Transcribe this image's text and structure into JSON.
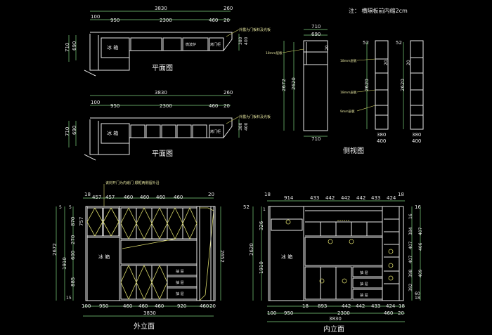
{
  "note": "注： 横隔板前内缩2cm",
  "views": {
    "plan1_title": "平面图",
    "plan2_title": "平面图",
    "side_title": "侧视图",
    "front_title": "外立面",
    "inner_title": "内立面"
  },
  "plan": {
    "overall": "3830",
    "right_gap": "260",
    "seg_100": "100",
    "seg_950": "950",
    "seg_2300": "2300",
    "seg_460": "460",
    "seg_20": "20",
    "depth_710": "710",
    "depth_690": "690",
    "r_380": "380",
    "r_400": "400",
    "fridge": "冰 箱",
    "microwave": "微波炉",
    "oven": "烤门柜",
    "callout": "外露为门板料及光板"
  },
  "side": {
    "w710": "710",
    "w690": "690",
    "h2672": "2672",
    "h2620": "2620",
    "h20": "20",
    "b710": "710",
    "w52a": "52",
    "w52b": "52",
    "h2620b": "2620",
    "h2620c": "2620",
    "b380a": "380",
    "b400a": "400",
    "b380b": "380",
    "b400b": "400",
    "lbl1": "18mm层板",
    "lbl2": "18mm层板",
    "lbl3": "18mm层板",
    "lbl4": "9mm层板"
  },
  "front": {
    "top_18": "18",
    "top_457a": "457",
    "top_457b": "457",
    "top_460a": "460",
    "top_460b": "460",
    "top_460c": "460",
    "top_460d": "460",
    "top_20": "20",
    "bottom_100": "100",
    "bottom_950": "950",
    "bottom_460a": "460",
    "bottom_460b": "460",
    "bottom_460c": "460",
    "bottom_920": "920",
    "bottom_460d": "460",
    "bottom_20": "20",
    "overall": "3830",
    "left_5a": "5",
    "left_5b": "5",
    "left_2672": "2672",
    "left_1910": "1910",
    "left_870": "870",
    "left_270": "270",
    "left_600": "600",
    "left_885": "885",
    "left_757": "757",
    "left_15": "15",
    "right_2652": "2652",
    "fridge": "冰 箱",
    "drawer": "抽 屉",
    "callout": "该封开门为内嵌门 顺框两侧留外沿"
  },
  "inner": {
    "top_18": "18",
    "top_914": "914",
    "top_433": "433",
    "top_442a": "442",
    "top_442b": "442",
    "top_442c": "442",
    "top_433b": "433",
    "top_424": "424",
    "top_18b": "18",
    "top_16": "16",
    "left_52": "52",
    "left_2620": "2620",
    "left_1910": "1910",
    "left_326": "326",
    "left_1": "1",
    "bottom_18": "18",
    "bottom_893": "893",
    "bottom_442a": "442",
    "bottom_442b": "442",
    "bottom_433": "433",
    "bottom_424": "424",
    "bottom_18b": "18",
    "bottom_100": "100",
    "bottom_950": "950",
    "bottom_2300": "2300",
    "bottom_460": "460",
    "bottom_20": "20",
    "overall": "3830",
    "right_16": "16",
    "right_384": "384",
    "right_407a": "407",
    "right_407b": "407",
    "right_407c": "407",
    "right_406": "406",
    "right_398": "398",
    "right_409": "409",
    "right_392": "392",
    "right_18": "18",
    "right_60": "60",
    "fridge": "冰 箱",
    "drawer": "抽 屉"
  }
}
